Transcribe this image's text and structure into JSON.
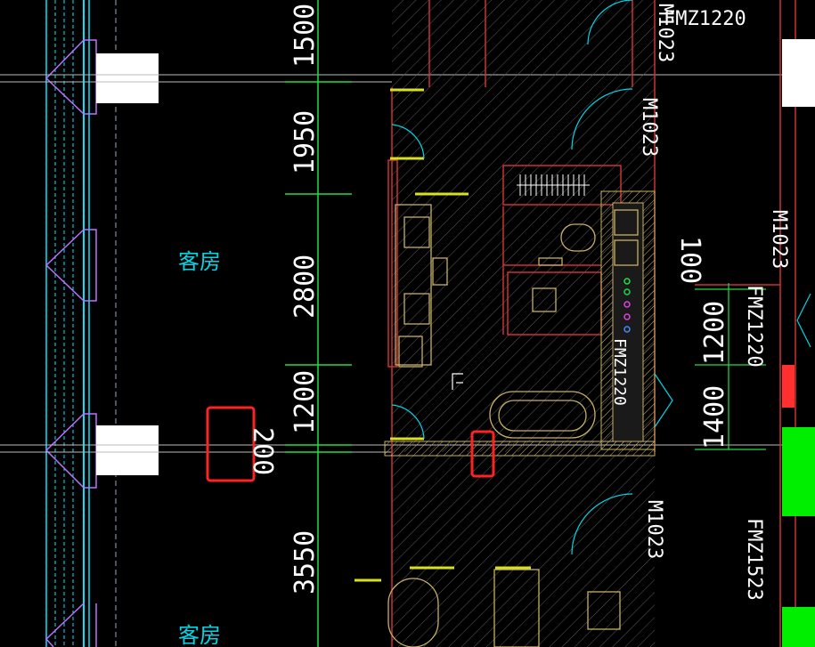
{
  "drawing": {
    "rooms": [
      "客房",
      "客房"
    ],
    "vertical_dimensions": [
      "1500",
      "1950",
      "2800",
      "1200",
      "200",
      "3550"
    ],
    "right_dimensions": [
      "100",
      "1200",
      "1400"
    ],
    "door_tags": [
      "FMZ1220",
      "M1023",
      "M1023",
      "M1023",
      "M1023",
      "FMZ1220",
      "FMZ1523",
      "FMZ1220"
    ],
    "colors": {
      "background": "#000000",
      "window_line": "#00e5ff",
      "wall": "#cc3333",
      "dimension": "#22dd44",
      "annotation_box": "#ff2222",
      "green_fill": "#00ee00"
    }
  }
}
